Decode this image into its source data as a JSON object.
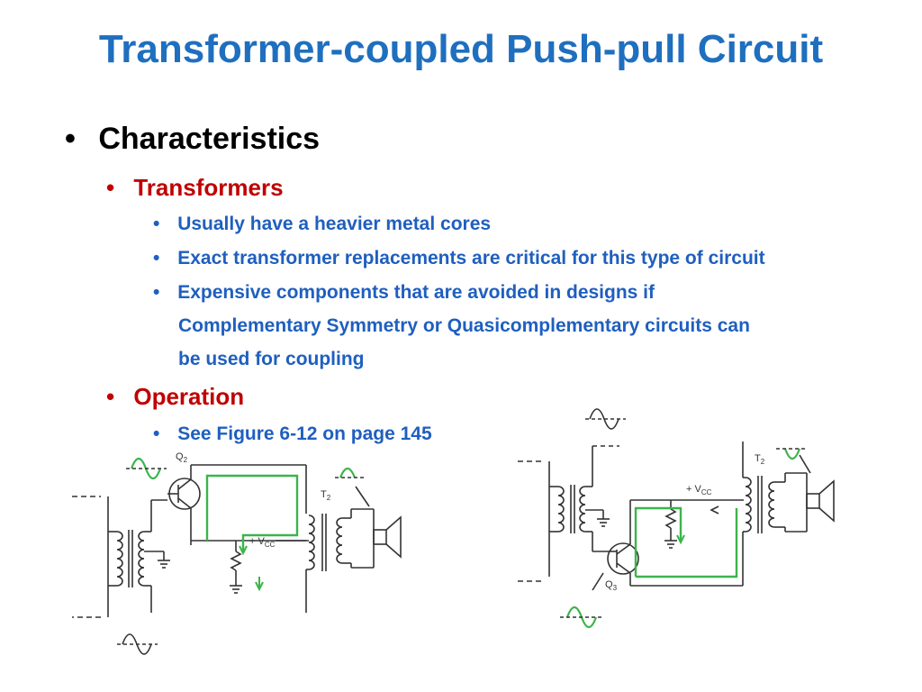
{
  "title": "Transformer-coupled Push-pull Circuit",
  "bullets": {
    "characteristics": "Characteristics",
    "transformers": "Transformers",
    "t_items": [
      "Usually have a heavier metal cores",
      "Exact transformer replacements are critical for this type of circuit",
      "Expensive components that are avoided in designs if",
      "Complementary Symmetry or Quasicomplementary circuits can",
      "be used for coupling"
    ],
    "operation": "Operation",
    "op_items": [
      "See Figure 6-12 on page 145"
    ]
  },
  "figure": {
    "q2": "Q",
    "q2_sub": "2",
    "q3": "Q",
    "q3_sub": "3",
    "t2": "T",
    "t2_sub": "2",
    "vcc": "+ V",
    "vcc_sub": "CC"
  },
  "colors": {
    "title": "#1f6fbf",
    "l2": "#c00000",
    "l3": "#1f5fbf",
    "flow": "#3cb44b"
  }
}
